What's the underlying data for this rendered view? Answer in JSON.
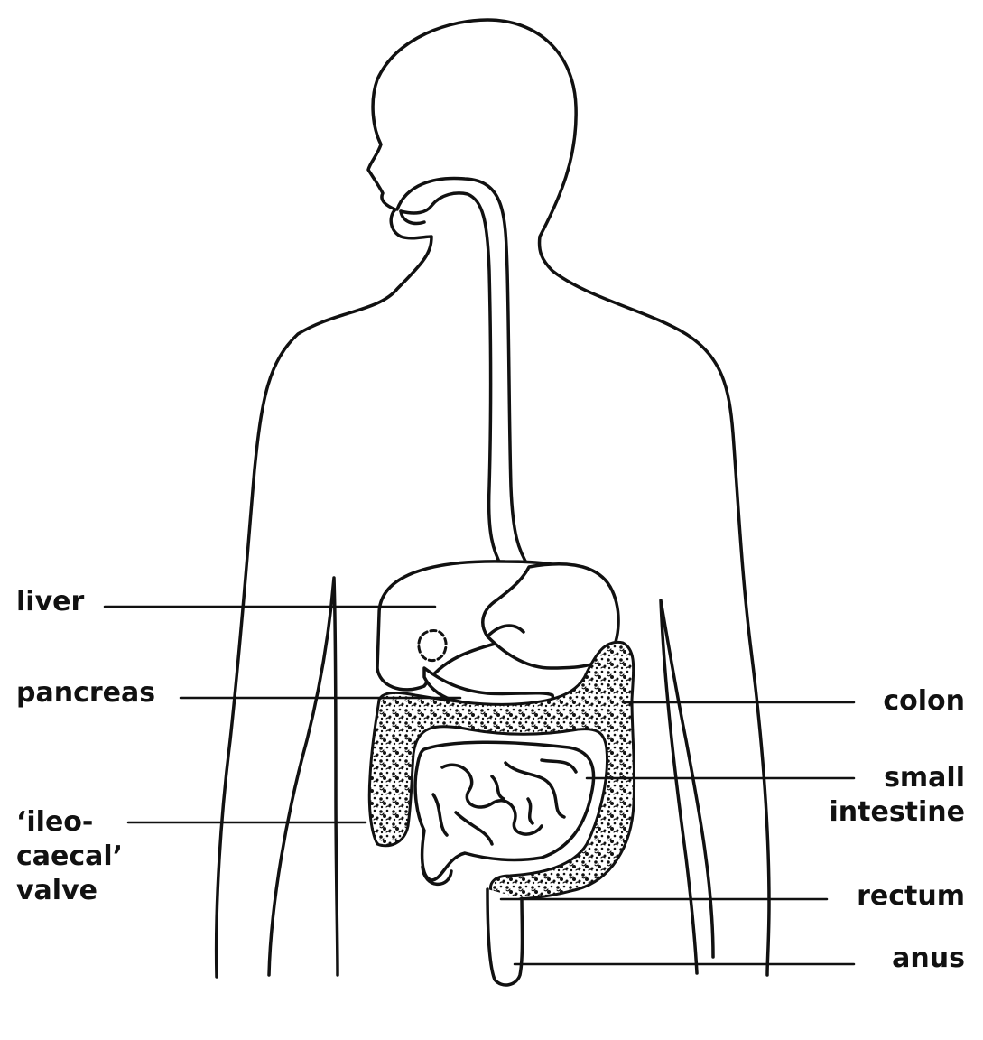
{
  "diagram": {
    "colors": {
      "ink": "#111111",
      "background": "#ffffff"
    },
    "labels": {
      "liver": "liver",
      "pancreas": "pancreas",
      "ileo_line1": "‘ileo-",
      "ileo_line2": "caecal’",
      "ileo_line3": "valve",
      "colon": "colon",
      "small_line1": "small",
      "small_line2": "intestine",
      "rectum": "rectum",
      "anus": "anus"
    }
  }
}
